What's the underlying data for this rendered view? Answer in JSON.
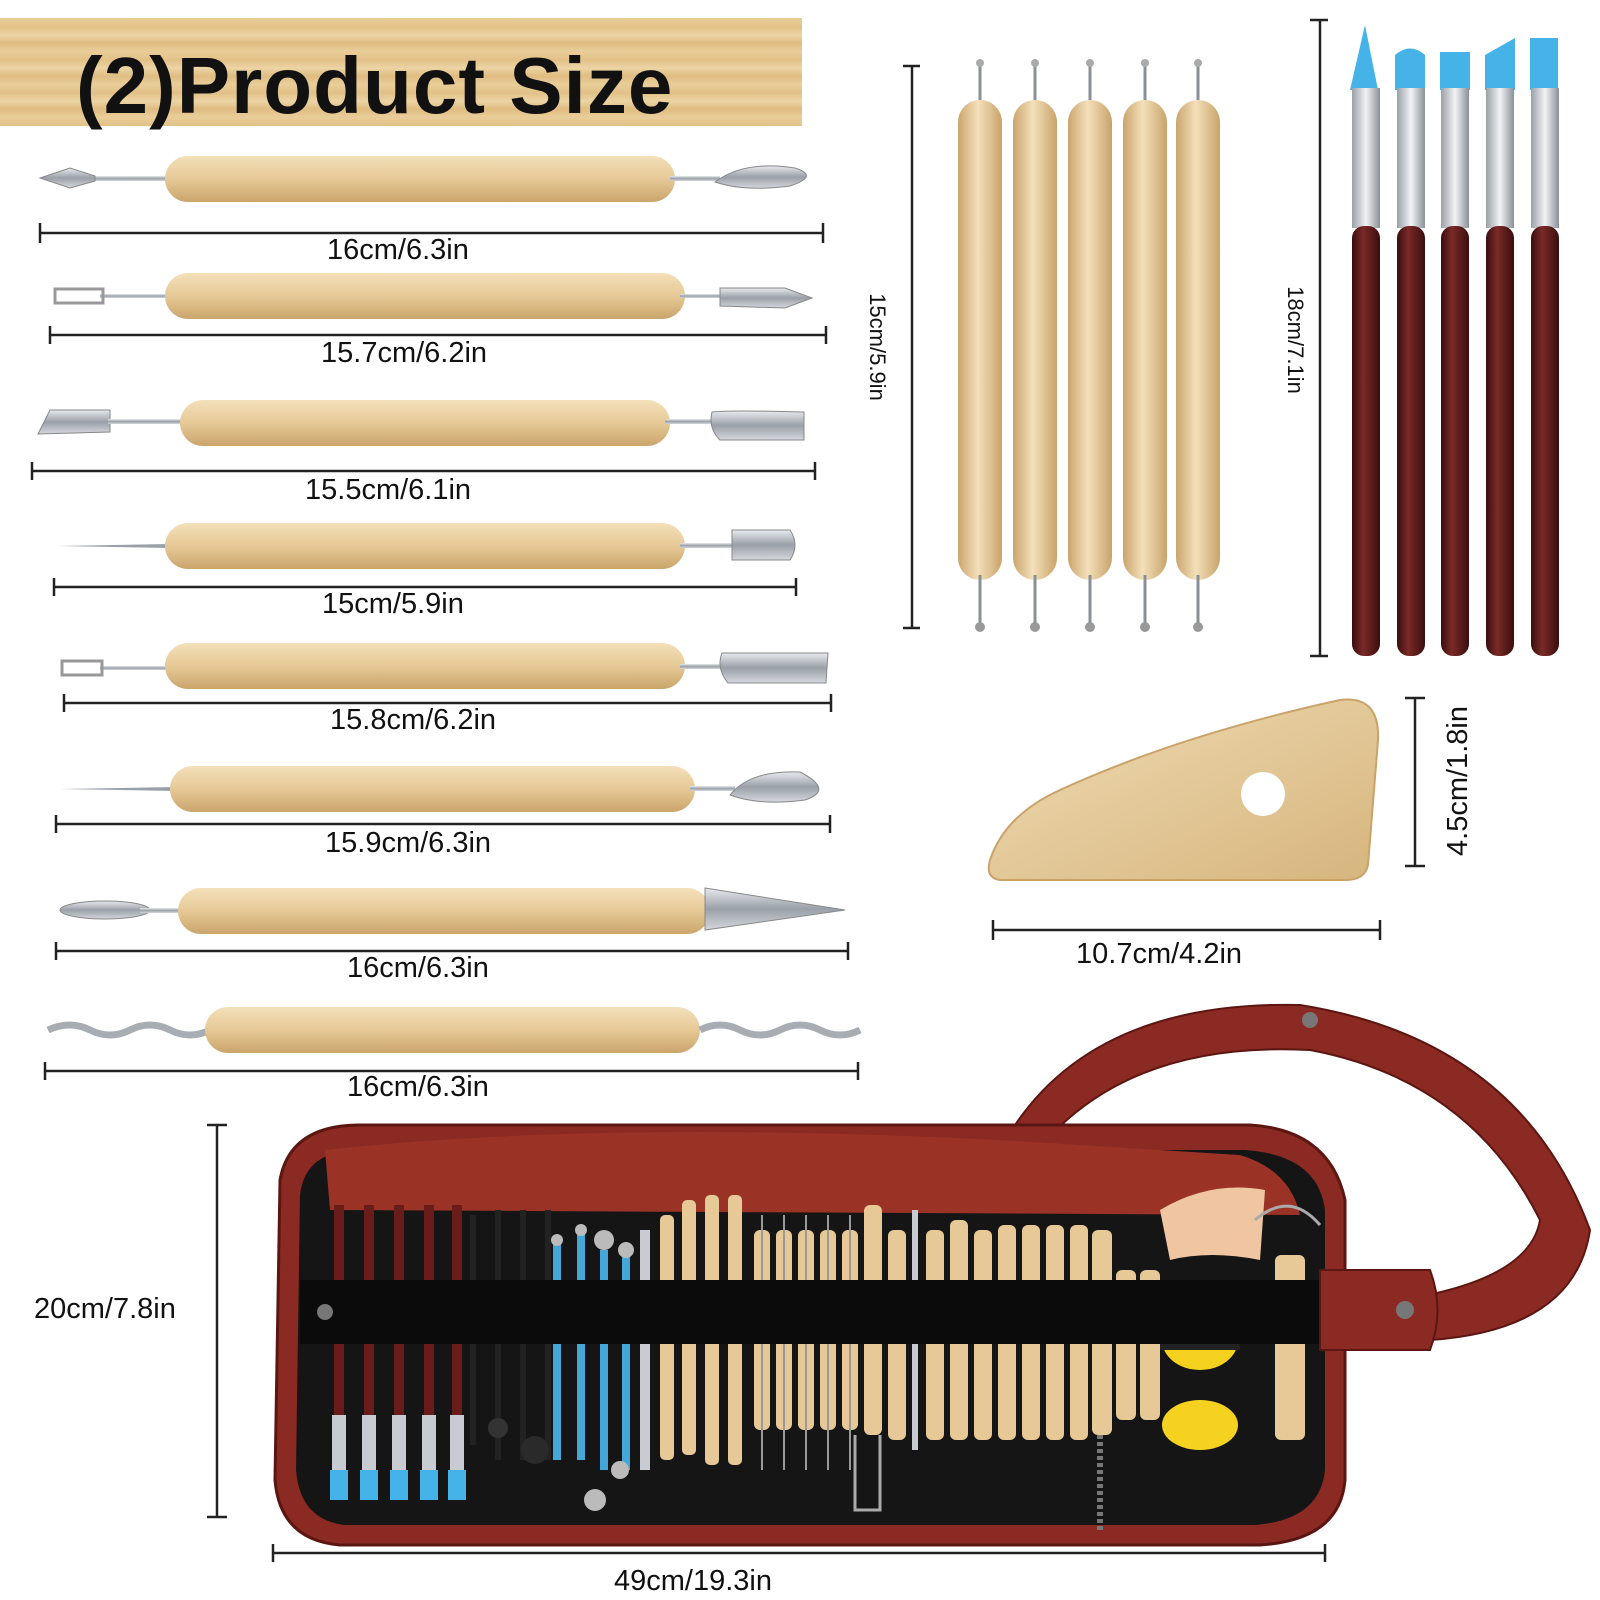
{
  "title": "(2)Product Size",
  "tools": [
    {
      "name": "tool-1",
      "size": "16cm/6.3in"
    },
    {
      "name": "tool-2",
      "size": "15.7cm/6.2in"
    },
    {
      "name": "tool-3",
      "size": "15.5cm/6.1in"
    },
    {
      "name": "tool-4",
      "size": "15cm/5.9in"
    },
    {
      "name": "tool-5",
      "size": "15.8cm/6.2in"
    },
    {
      "name": "tool-6",
      "size": "15.9cm/6.3in"
    },
    {
      "name": "tool-7",
      "size": "16cm/6.3in"
    },
    {
      "name": "tool-8",
      "size": "16cm/6.3in"
    }
  ],
  "dotting_tools": {
    "size": "15cm/5.9in"
  },
  "silicone_brushes": {
    "size": "18cm/7.1in"
  },
  "wood_rib": {
    "height": "4.5cm/1.8in",
    "width": "10.7cm/4.2in"
  },
  "carry_bag": {
    "height": "20cm/7.8in",
    "width": "49cm/19.3in"
  },
  "colors": {
    "wood": "#e8cfa3",
    "metal": "#b8bcc2",
    "brush_handle": "#5a1a1a",
    "brush_tip": "#45b3e8",
    "bag": "#8b2a22"
  }
}
